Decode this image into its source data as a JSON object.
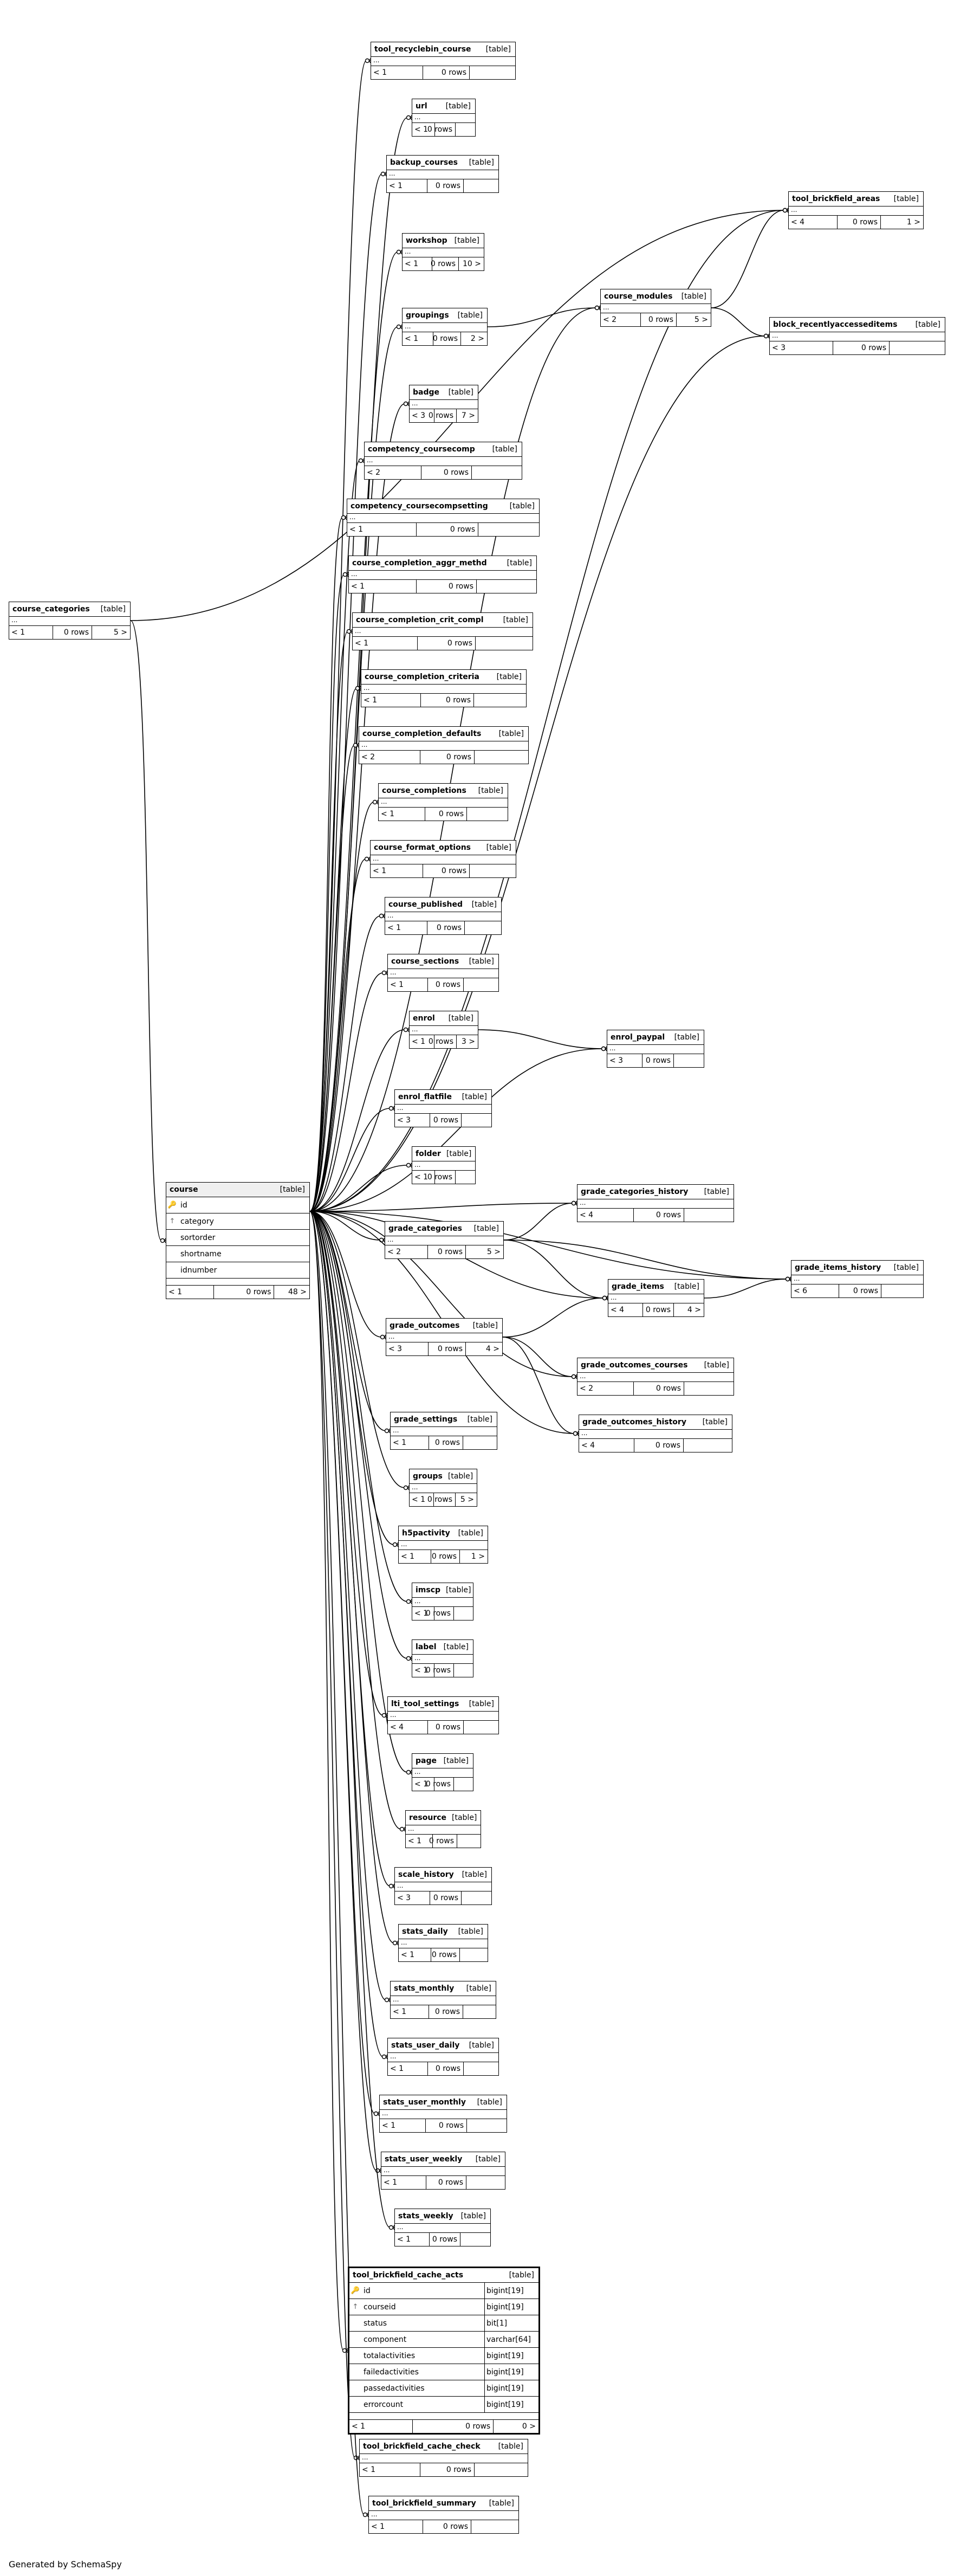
{
  "footer": {
    "generated_by": "Generated by SchemaSpy"
  },
  "tag": "[table]",
  "center": "course",
  "tables": [
    {
      "id": "course_categories",
      "name": "course_categories",
      "foot": {
        "parents": "< 1",
        "rows": "0 rows",
        "children": "5 >"
      }
    },
    {
      "id": "course",
      "name": "course",
      "columns": [
        {
          "name": "id",
          "key": "pk"
        },
        {
          "name": "category",
          "key": "fk"
        },
        {
          "name": "sortorder"
        },
        {
          "name": "shortname"
        },
        {
          "name": "idnumber"
        }
      ],
      "foot": {
        "parents": "< 1",
        "rows": "0 rows",
        "children": "48 >"
      }
    },
    {
      "id": "tool_recyclebin_course",
      "name": "tool_recyclebin_course",
      "foot": {
        "parents": "< 1",
        "rows": "0 rows",
        "children": ""
      }
    },
    {
      "id": "url",
      "name": "url",
      "foot": {
        "parents": "< 1",
        "rows": "0 rows",
        "children": ""
      }
    },
    {
      "id": "backup_courses",
      "name": "backup_courses",
      "foot": {
        "parents": "< 1",
        "rows": "0 rows",
        "children": ""
      }
    },
    {
      "id": "workshop",
      "name": "workshop",
      "foot": {
        "parents": "< 1",
        "rows": "0 rows",
        "children": "10 >"
      }
    },
    {
      "id": "groupings",
      "name": "groupings",
      "foot": {
        "parents": "< 1",
        "rows": "0 rows",
        "children": "2 >"
      }
    },
    {
      "id": "badge",
      "name": "badge",
      "foot": {
        "parents": "< 3",
        "rows": "0 rows",
        "children": "7 >"
      }
    },
    {
      "id": "competency_coursecomp",
      "name": "competency_coursecomp",
      "foot": {
        "parents": "< 2",
        "rows": "0 rows",
        "children": ""
      }
    },
    {
      "id": "competency_coursecompsetting",
      "name": "competency_coursecompsetting",
      "foot": {
        "parents": "< 1",
        "rows": "0 rows",
        "children": ""
      }
    },
    {
      "id": "course_completion_aggr_methd",
      "name": "course_completion_aggr_methd",
      "foot": {
        "parents": "< 1",
        "rows": "0 rows",
        "children": ""
      }
    },
    {
      "id": "course_completion_crit_compl",
      "name": "course_completion_crit_compl",
      "foot": {
        "parents": "< 1",
        "rows": "0 rows",
        "children": ""
      }
    },
    {
      "id": "course_completion_criteria",
      "name": "course_completion_criteria",
      "foot": {
        "parents": "< 1",
        "rows": "0 rows",
        "children": ""
      }
    },
    {
      "id": "course_completion_defaults",
      "name": "course_completion_defaults",
      "foot": {
        "parents": "< 2",
        "rows": "0 rows",
        "children": ""
      }
    },
    {
      "id": "course_completions",
      "name": "course_completions",
      "foot": {
        "parents": "< 1",
        "rows": "0 rows",
        "children": ""
      }
    },
    {
      "id": "course_format_options",
      "name": "course_format_options",
      "foot": {
        "parents": "< 1",
        "rows": "0 rows",
        "children": ""
      }
    },
    {
      "id": "course_published",
      "name": "course_published",
      "foot": {
        "parents": "< 1",
        "rows": "0 rows",
        "children": ""
      }
    },
    {
      "id": "course_sections",
      "name": "course_sections",
      "foot": {
        "parents": "< 1",
        "rows": "0 rows",
        "children": ""
      }
    },
    {
      "id": "enrol",
      "name": "enrol",
      "foot": {
        "parents": "< 1",
        "rows": "0 rows",
        "children": "3 >"
      }
    },
    {
      "id": "enrol_flatfile",
      "name": "enrol_flatfile",
      "foot": {
        "parents": "< 3",
        "rows": "0 rows",
        "children": ""
      }
    },
    {
      "id": "folder",
      "name": "folder",
      "foot": {
        "parents": "< 1",
        "rows": "0 rows",
        "children": ""
      }
    },
    {
      "id": "grade_categories",
      "name": "grade_categories",
      "foot": {
        "parents": "< 2",
        "rows": "0 rows",
        "children": "5 >"
      }
    },
    {
      "id": "grade_outcomes",
      "name": "grade_outcomes",
      "foot": {
        "parents": "< 3",
        "rows": "0 rows",
        "children": "4 >"
      }
    },
    {
      "id": "grade_settings",
      "name": "grade_settings",
      "foot": {
        "parents": "< 1",
        "rows": "0 rows",
        "children": ""
      }
    },
    {
      "id": "groups",
      "name": "groups",
      "foot": {
        "parents": "< 1",
        "rows": "0 rows",
        "children": "5 >"
      }
    },
    {
      "id": "h5pactivity",
      "name": "h5pactivity",
      "foot": {
        "parents": "< 1",
        "rows": "0 rows",
        "children": "1 >"
      }
    },
    {
      "id": "imscp",
      "name": "imscp",
      "foot": {
        "parents": "< 1",
        "rows": "0 rows",
        "children": ""
      }
    },
    {
      "id": "label",
      "name": "label",
      "foot": {
        "parents": "< 1",
        "rows": "0 rows",
        "children": ""
      }
    },
    {
      "id": "lti_tool_settings",
      "name": "lti_tool_settings",
      "foot": {
        "parents": "< 4",
        "rows": "0 rows",
        "children": ""
      }
    },
    {
      "id": "page",
      "name": "page",
      "foot": {
        "parents": "< 1",
        "rows": "0 rows",
        "children": ""
      }
    },
    {
      "id": "resource",
      "name": "resource",
      "foot": {
        "parents": "< 1",
        "rows": "0 rows",
        "children": ""
      }
    },
    {
      "id": "scale_history",
      "name": "scale_history",
      "foot": {
        "parents": "< 3",
        "rows": "0 rows",
        "children": ""
      }
    },
    {
      "id": "stats_daily",
      "name": "stats_daily",
      "foot": {
        "parents": "< 1",
        "rows": "0 rows",
        "children": ""
      }
    },
    {
      "id": "stats_monthly",
      "name": "stats_monthly",
      "foot": {
        "parents": "< 1",
        "rows": "0 rows",
        "children": ""
      }
    },
    {
      "id": "stats_user_daily",
      "name": "stats_user_daily",
      "foot": {
        "parents": "< 1",
        "rows": "0 rows",
        "children": ""
      }
    },
    {
      "id": "stats_user_monthly",
      "name": "stats_user_monthly",
      "foot": {
        "parents": "< 1",
        "rows": "0 rows",
        "children": ""
      }
    },
    {
      "id": "stats_user_weekly",
      "name": "stats_user_weekly",
      "foot": {
        "parents": "< 1",
        "rows": "0 rows",
        "children": ""
      }
    },
    {
      "id": "stats_weekly",
      "name": "stats_weekly",
      "foot": {
        "parents": "< 1",
        "rows": "0 rows",
        "children": ""
      }
    },
    {
      "id": "tool_brickfield_cache_acts",
      "name": "tool_brickfield_cache_acts",
      "columns": [
        {
          "name": "id",
          "key": "pk",
          "type": "bigint[19]"
        },
        {
          "name": "courseid",
          "key": "fk",
          "type": "bigint[19]"
        },
        {
          "name": "status",
          "type": "bit[1]"
        },
        {
          "name": "component",
          "type": "varchar[64]"
        },
        {
          "name": "totalactivities",
          "type": "bigint[19]"
        },
        {
          "name": "failedactivities",
          "type": "bigint[19]"
        },
        {
          "name": "passedactivities",
          "type": "bigint[19]"
        },
        {
          "name": "errorcount",
          "type": "bigint[19]"
        }
      ],
      "foot": {
        "parents": "< 1",
        "rows": "0 rows",
        "children": "0 >"
      }
    },
    {
      "id": "tool_brickfield_cache_check",
      "name": "tool_brickfield_cache_check",
      "foot": {
        "parents": "< 1",
        "rows": "0 rows",
        "children": ""
      }
    },
    {
      "id": "tool_brickfield_summary",
      "name": "tool_brickfield_summary",
      "foot": {
        "parents": "< 1",
        "rows": "0 rows",
        "children": ""
      }
    },
    {
      "id": "tool_brickfield_areas",
      "name": "tool_brickfield_areas",
      "foot": {
        "parents": "< 4",
        "rows": "0 rows",
        "children": "1 >"
      }
    },
    {
      "id": "course_modules",
      "name": "course_modules",
      "foot": {
        "parents": "< 2",
        "rows": "0 rows",
        "children": "5 >"
      }
    },
    {
      "id": "block_recentlyaccesseditems",
      "name": "block_recentlyaccesseditems",
      "foot": {
        "parents": "< 3",
        "rows": "0 rows",
        "children": ""
      }
    },
    {
      "id": "enrol_paypal",
      "name": "enrol_paypal",
      "foot": {
        "parents": "< 3",
        "rows": "0 rows",
        "children": ""
      }
    },
    {
      "id": "grade_categories_history",
      "name": "grade_categories_history",
      "foot": {
        "parents": "< 4",
        "rows": "0 rows",
        "children": ""
      }
    },
    {
      "id": "grade_items",
      "name": "grade_items",
      "foot": {
        "parents": "< 4",
        "rows": "0 rows",
        "children": "4 >"
      }
    },
    {
      "id": "grade_items_history",
      "name": "grade_items_history",
      "foot": {
        "parents": "< 6",
        "rows": "0 rows",
        "children": ""
      }
    },
    {
      "id": "grade_outcomes_courses",
      "name": "grade_outcomes_courses",
      "foot": {
        "parents": "< 2",
        "rows": "0 rows",
        "children": ""
      }
    },
    {
      "id": "grade_outcomes_history",
      "name": "grade_outcomes_history",
      "foot": {
        "parents": "< 4",
        "rows": "0 rows",
        "children": ""
      }
    }
  ],
  "relations": [
    [
      "course_categories",
      "course"
    ],
    [
      "course_categories",
      "tool_brickfield_areas"
    ],
    [
      "course",
      "tool_recyclebin_course"
    ],
    [
      "course",
      "url"
    ],
    [
      "course",
      "backup_courses"
    ],
    [
      "course",
      "workshop"
    ],
    [
      "course",
      "groupings"
    ],
    [
      "course",
      "badge"
    ],
    [
      "course",
      "competency_coursecomp"
    ],
    [
      "course",
      "competency_coursecompsetting"
    ],
    [
      "course",
      "course_completion_aggr_methd"
    ],
    [
      "course",
      "course_completion_crit_compl"
    ],
    [
      "course",
      "course_completion_criteria"
    ],
    [
      "course",
      "course_completion_defaults"
    ],
    [
      "course",
      "course_completions"
    ],
    [
      "course",
      "course_format_options"
    ],
    [
      "course",
      "course_published"
    ],
    [
      "course",
      "course_sections"
    ],
    [
      "course",
      "enrol"
    ],
    [
      "course",
      "enrol_flatfile"
    ],
    [
      "course",
      "folder"
    ],
    [
      "course",
      "grade_categories"
    ],
    [
      "course",
      "grade_outcomes"
    ],
    [
      "course",
      "grade_settings"
    ],
    [
      "course",
      "groups"
    ],
    [
      "course",
      "h5pactivity"
    ],
    [
      "course",
      "imscp"
    ],
    [
      "course",
      "label"
    ],
    [
      "course",
      "lti_tool_settings"
    ],
    [
      "course",
      "page"
    ],
    [
      "course",
      "resource"
    ],
    [
      "course",
      "scale_history"
    ],
    [
      "course",
      "stats_daily"
    ],
    [
      "course",
      "stats_monthly"
    ],
    [
      "course",
      "stats_user_daily"
    ],
    [
      "course",
      "stats_user_monthly"
    ],
    [
      "course",
      "stats_user_weekly"
    ],
    [
      "course",
      "stats_weekly"
    ],
    [
      "course",
      "tool_brickfield_cache_acts"
    ],
    [
      "course",
      "tool_brickfield_cache_check"
    ],
    [
      "course",
      "tool_brickfield_summary"
    ],
    [
      "course",
      "tool_brickfield_areas"
    ],
    [
      "course",
      "course_modules"
    ],
    [
      "course",
      "block_recentlyaccesseditems"
    ],
    [
      "course",
      "enrol_paypal"
    ],
    [
      "course",
      "grade_categories_history"
    ],
    [
      "course",
      "grade_items"
    ],
    [
      "course",
      "grade_items_history"
    ],
    [
      "course",
      "grade_outcomes_courses"
    ],
    [
      "course",
      "grade_outcomes_history"
    ],
    [
      "groupings",
      "course_modules"
    ],
    [
      "course_modules",
      "tool_brickfield_areas"
    ],
    [
      "course_modules",
      "block_recentlyaccesseditems"
    ],
    [
      "enrol",
      "enrol_paypal"
    ],
    [
      "grade_categories",
      "grade_categories_history"
    ],
    [
      "grade_categories",
      "grade_items"
    ],
    [
      "grade_categories",
      "grade_items_history"
    ],
    [
      "grade_outcomes",
      "grade_items"
    ],
    [
      "grade_outcomes",
      "grade_outcomes_courses"
    ],
    [
      "grade_outcomes",
      "grade_outcomes_history"
    ],
    [
      "grade_items",
      "grade_items_history"
    ]
  ]
}
